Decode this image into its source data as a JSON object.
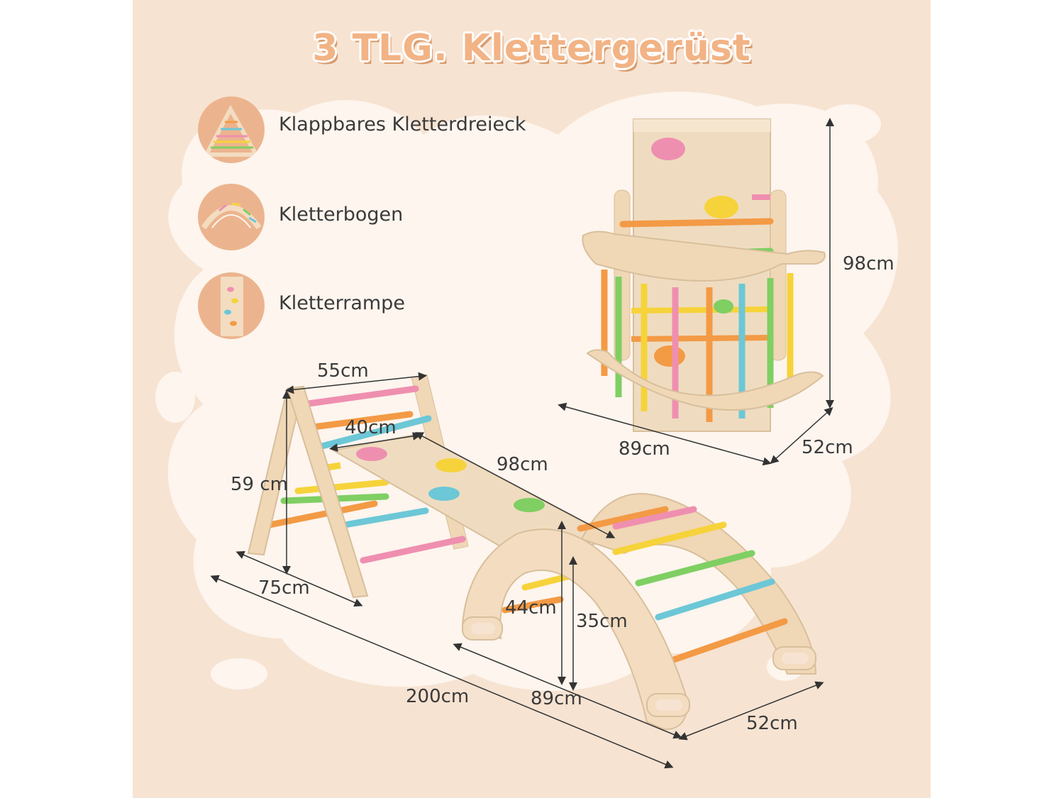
{
  "title": "3 TLG. Klettergerüst",
  "features": [
    {
      "label": "Klappbares Kletterdreieck",
      "icon": "triangle-icon"
    },
    {
      "label": "Kletterbogen",
      "icon": "arch-icon"
    },
    {
      "label": "Kletterrampe",
      "icon": "ramp-icon"
    }
  ],
  "dimensions": {
    "tower_height": "98cm",
    "tower_length": "89cm",
    "tower_depth": "52cm",
    "triangle_top_width": "55cm",
    "triangle_inner_width": "40cm",
    "triangle_height": "59 cm",
    "triangle_base": "75cm",
    "ramp_length": "98cm",
    "arch_height": "44cm",
    "arch_inner_height": "35cm",
    "total_length": "200cm",
    "arch_length": "89cm",
    "arch_depth": "52cm"
  },
  "colors": {
    "background": "#f7e3d2",
    "cloud": "#fdf5ee",
    "title": "#f2b385",
    "icon_circle": "#ecb48e",
    "wood": "#f3dcc0",
    "pink": "#ef8fb0",
    "orange": "#f39a45",
    "yellow": "#f6d33a",
    "green": "#7fcf63",
    "blue": "#6cc7d6"
  }
}
